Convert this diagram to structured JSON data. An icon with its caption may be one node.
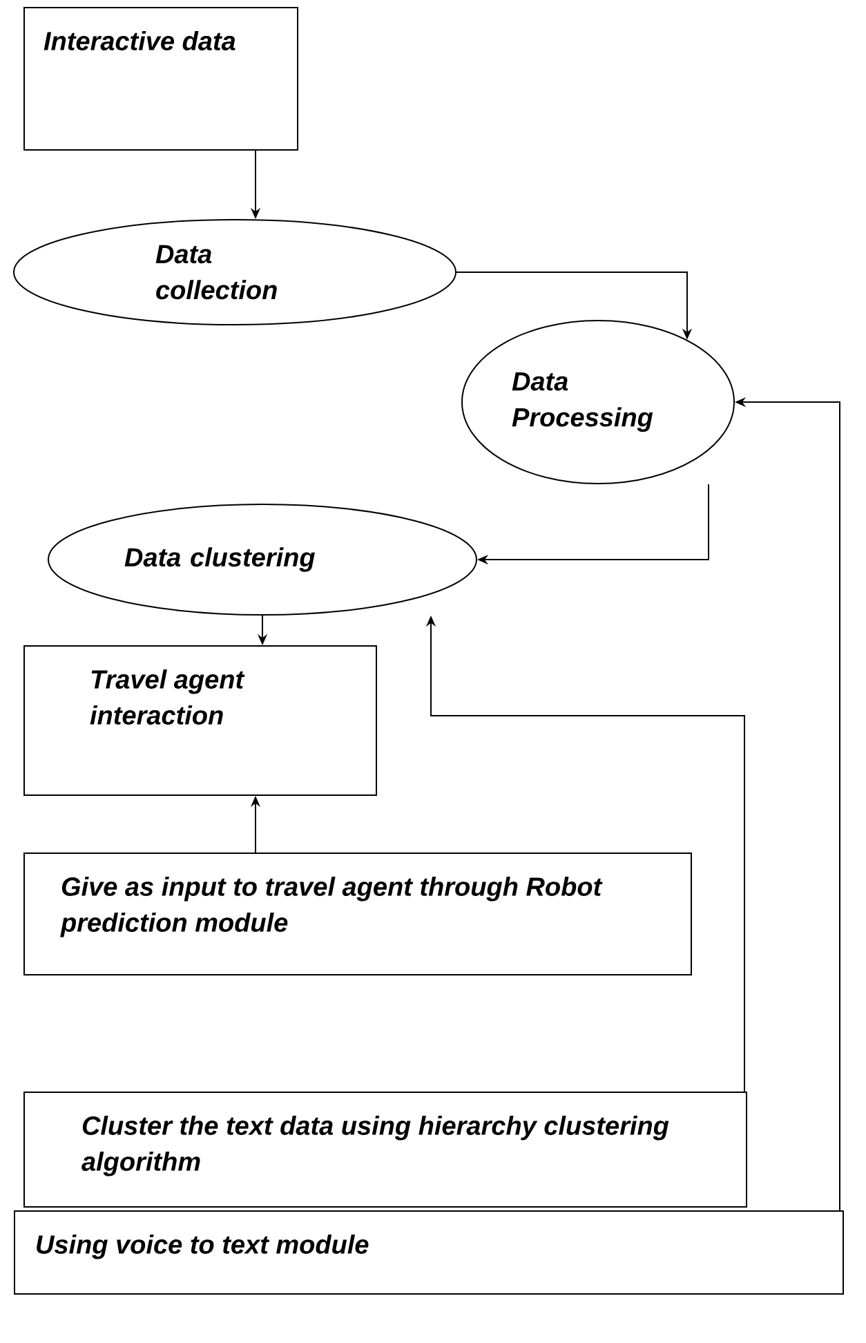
{
  "diagram": {
    "nodes": [
      {
        "text": [
          "Interactive data"
        ]
      },
      {
        "text": [
          "Data collection"
        ]
      },
      {
        "text": [
          "Data Processing"
        ]
      },
      {
        "text": [
          "Data clustering"
        ]
      },
      {
        "text": [
          "Travel agent interaction"
        ]
      },
      {
        "text": [
          "Give as input to travel agent through Robot prediction module"
        ]
      },
      {
        "text": [
          "Cluster the text data using hierarchy clustering algorithm"
        ]
      },
      {
        "text": [
          "Using voice to text module"
        ]
      }
    ],
    "edges": [
      {
        "from": 0,
        "to": 1,
        "arrow": "to"
      },
      {
        "from": 1,
        "to": 2,
        "arrow": "to"
      },
      {
        "from": 2,
        "to": 3,
        "arrow": "to"
      },
      {
        "from": 3,
        "to": 4,
        "arrow": "to"
      },
      {
        "from": 5,
        "to": 4,
        "arrow": "to"
      },
      {
        "from": 6,
        "to": 3,
        "arrow": "to"
      },
      {
        "from": 7,
        "to": 2,
        "arrow": "to"
      }
    ]
  }
}
